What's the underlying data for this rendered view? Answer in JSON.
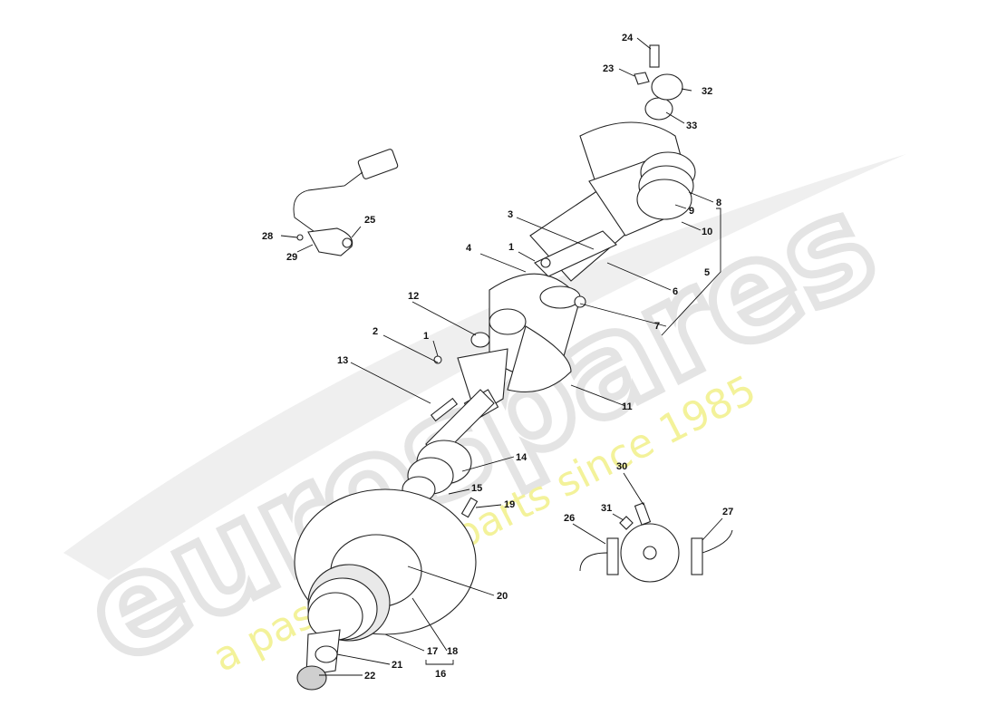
{
  "watermark": {
    "brand": "eurospares",
    "tagline": "a passion for parts since 1985",
    "brand_color": "#e6e6e6",
    "tagline_color": "#f1f08a"
  },
  "callouts": {
    "c1": "1",
    "c1b": "1",
    "c2": "2",
    "c3": "3",
    "c4": "4",
    "c5": "5",
    "c6": "6",
    "c7": "7",
    "c8": "8",
    "c9": "9",
    "c10": "10",
    "c11": "11",
    "c12": "12",
    "c13": "13",
    "c14": "14",
    "c15": "15",
    "c16": "16",
    "c17": "17",
    "c18": "18",
    "c19": "19",
    "c20": "20",
    "c21": "21",
    "c22": "22",
    "c23": "23",
    "c24": "24",
    "c25": "25",
    "c26": "26",
    "c27": "27",
    "c28": "28",
    "c29": "29",
    "c30": "30",
    "c31": "31",
    "c32": "32",
    "c33": "33"
  }
}
